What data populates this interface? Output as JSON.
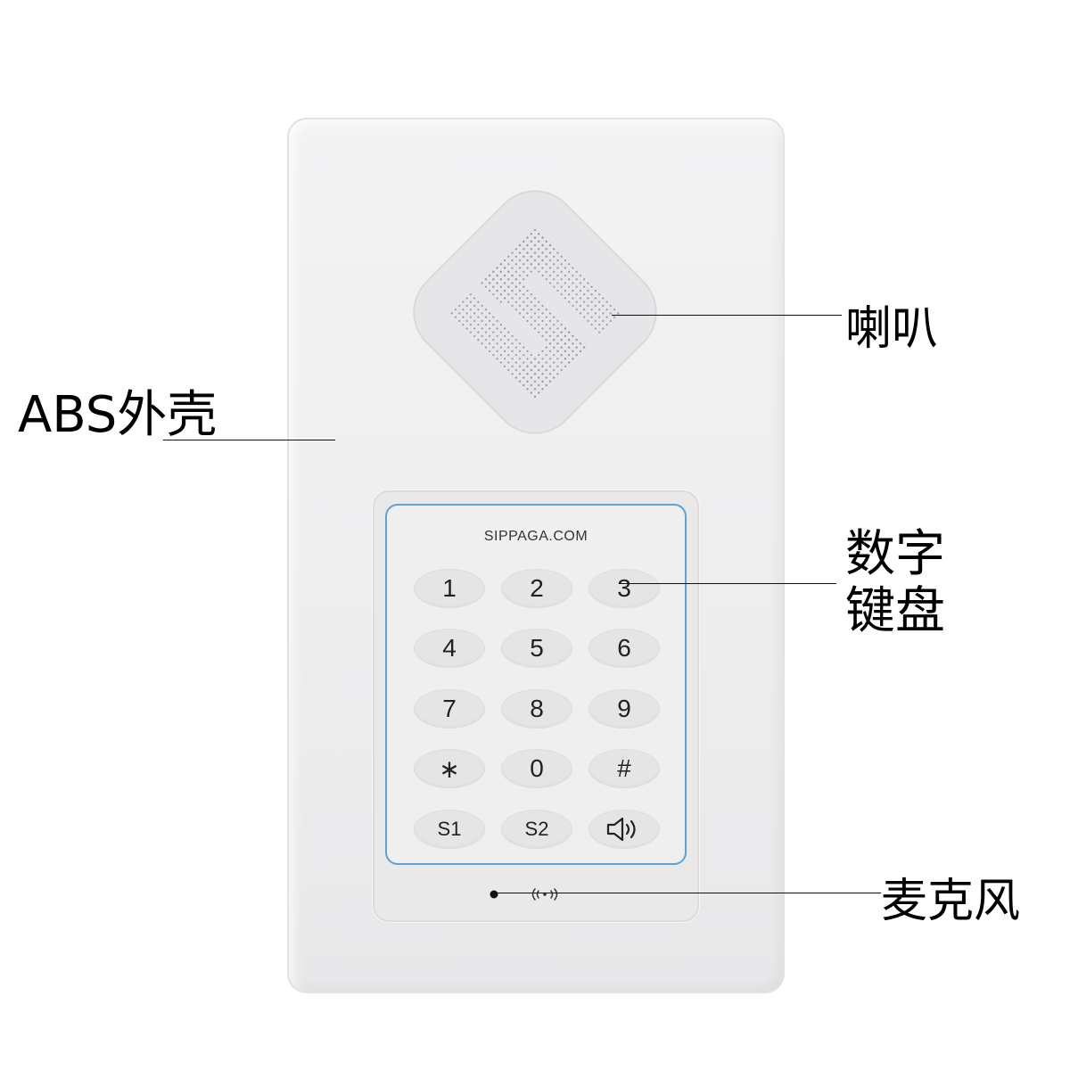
{
  "brand_text": "SIPPAGA.COM",
  "labels": {
    "speaker": "喇叭",
    "shell": "ABS外壳",
    "keypad_line1": "数字",
    "keypad_line2": "键盘",
    "mic": "麦克风"
  },
  "keys": [
    {
      "label": "1"
    },
    {
      "label": "2"
    },
    {
      "label": "3"
    },
    {
      "label": "4"
    },
    {
      "label": "5"
    },
    {
      "label": "6"
    },
    {
      "label": "7"
    },
    {
      "label": "8"
    },
    {
      "label": "9"
    },
    {
      "label": "∗"
    },
    {
      "label": "0"
    },
    {
      "label": "#"
    },
    {
      "label": "S1"
    },
    {
      "label": "S2"
    },
    {
      "label": "",
      "icon": "speaker-volume-icon"
    }
  ],
  "colors": {
    "panel_border": "#5da3d6",
    "speaker_dots": "#9a9a9e",
    "shell": "#efeff0"
  }
}
